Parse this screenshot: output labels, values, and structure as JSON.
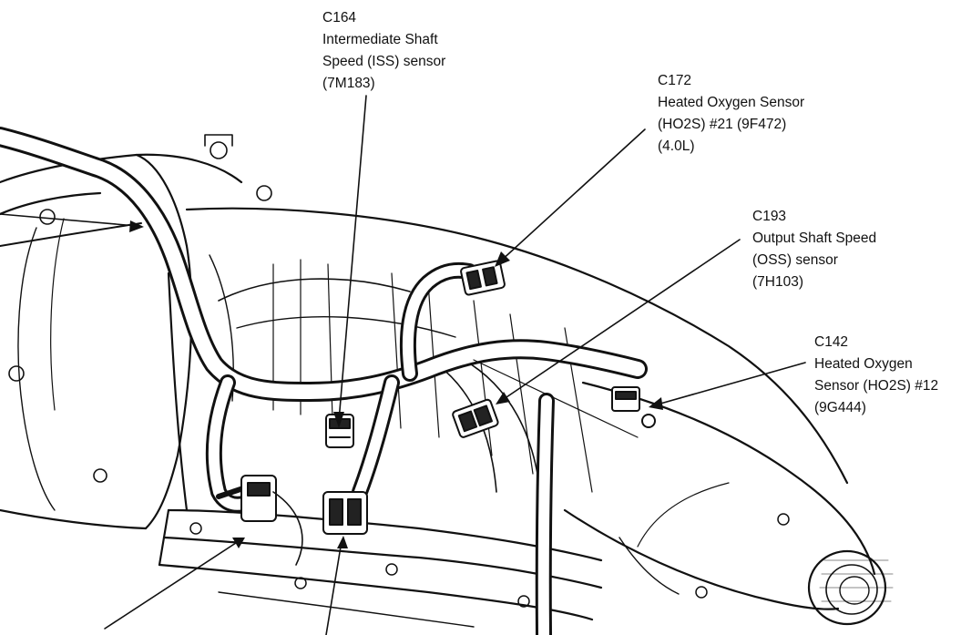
{
  "callouts": [
    {
      "id": "C164",
      "lines": [
        "Intermediate Shaft",
        "Speed (ISS) sensor",
        "(7M183)"
      ]
    },
    {
      "id": "C172",
      "lines": [
        "Heated Oxygen Sensor",
        "(HO2S) #21 (9F472)",
        "(4.0L)"
      ]
    },
    {
      "id": "C193",
      "lines": [
        "Output Shaft Speed",
        "(OSS) sensor",
        "(7H103)"
      ]
    },
    {
      "id": "C142",
      "lines": [
        "Heated Oxygen",
        "Sensor (HO2S) #12",
        "(9G444)"
      ]
    }
  ],
  "colors": {
    "ink": "#111111",
    "paper": "#ffffff",
    "hatch": "#555555"
  }
}
